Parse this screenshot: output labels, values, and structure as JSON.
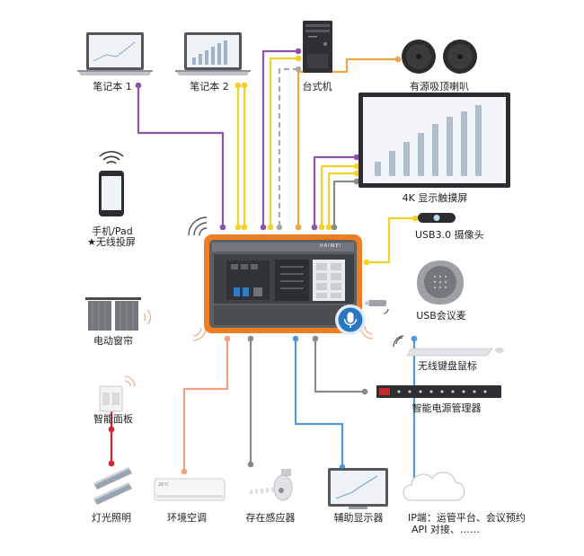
{
  "colors": {
    "purple": "#8d55a8",
    "yellow": "#f5d027",
    "orange": "#f2a541",
    "gray": "#8a8a8a",
    "dashed_gray": "#a9a9a9",
    "salmon": "#f2a27c",
    "blue": "#4f9ad6",
    "red": "#d6242c",
    "device_orange": "#f07d22",
    "mic_blue": "#2b76c2"
  },
  "nodes": {
    "laptop1": {
      "label": "笔记本 1",
      "icon": "laptop-icon"
    },
    "laptop2": {
      "label": "笔记本 2",
      "icon": "laptop-chart-icon"
    },
    "desktop": {
      "label": "台式机",
      "icon": "desktop-tower-icon"
    },
    "speakers": {
      "label": "有源吸顶喇叭",
      "icon": "ceiling-speaker-icon"
    },
    "display4k": {
      "label": "4K 显示触摸屏",
      "icon": "touch-display-icon"
    },
    "camera": {
      "label": "USB3.0 摄像头",
      "icon": "usb-camera-icon"
    },
    "usbmic": {
      "label": "USB会议麦",
      "icon": "conference-mic-icon"
    },
    "keyboard": {
      "label": "无线键盘鼠标",
      "icon": "wireless-keyboard-icon"
    },
    "power": {
      "label": "智能电源管理器",
      "icon": "power-manager-icon"
    },
    "ip": {
      "line1": "IP端：运管平台、会议预约",
      "line2": "API 对接、……",
      "icon": "cloud-icon"
    },
    "aux": {
      "label": "辅助显示器",
      "icon": "aux-monitor-icon"
    },
    "sensor": {
      "label": "存在感应器",
      "icon": "presence-sensor-icon"
    },
    "ac": {
      "label": "环境空调",
      "icon": "air-conditioner-icon",
      "temp": "26℃"
    },
    "lights": {
      "label": "灯光照明",
      "icon": "light-bar-icon"
    },
    "panel": {
      "label": "智能面板",
      "icon": "smart-panel-icon"
    },
    "curtain": {
      "label": "电动窗帘",
      "icon": "curtain-icon"
    },
    "phone": {
      "line1": "手机/Pad",
      "line2": "★无线投屏",
      "icon": "smartphone-icon"
    }
  },
  "hub": {
    "brand": "HAIWEI"
  }
}
